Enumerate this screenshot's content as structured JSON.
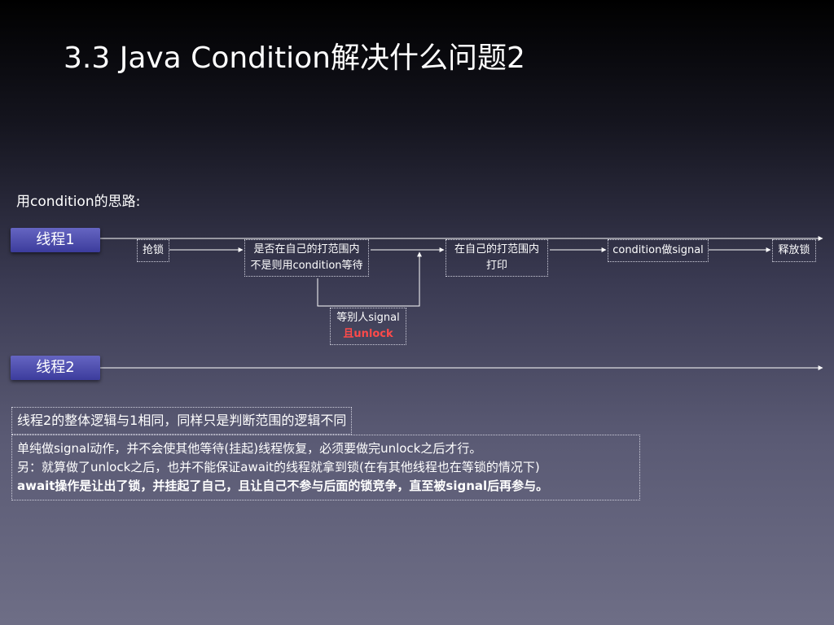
{
  "title": "3.3 Java Condition解决什么问题2",
  "intro": "用condition的思路:",
  "threads": [
    {
      "label": "线程1"
    },
    {
      "label": "线程2"
    }
  ],
  "flow": {
    "grab_lock": "抢锁",
    "check_line1": "是否在自己的打范围内",
    "check_line2": "不是则用condition等待",
    "print_line1": "在自己的打范围内",
    "print_line2": "打印",
    "signal": "condition做signal",
    "release": "释放锁",
    "wait_line1": "等别人signal",
    "wait_line2": "且unlock"
  },
  "summary": "线程2的整体逻辑与1相同，同样只是判断范围的逻辑不同",
  "notes": [
    "单纯做signal动作，并不会使其他等待(挂起)线程恢复，必须要做完unlock之后才行。",
    "另：就算做了unlock之后，也并不能保证await的线程就拿到锁(在有其他线程也在等锁的情况下)",
    "await操作是让出了锁，并挂起了自己，且让自己不参与后面的锁竞争，直至被signal后再参与。"
  ],
  "colors": {
    "accent_red": "#ff4a4a",
    "thread_label": "#4b4bad"
  }
}
